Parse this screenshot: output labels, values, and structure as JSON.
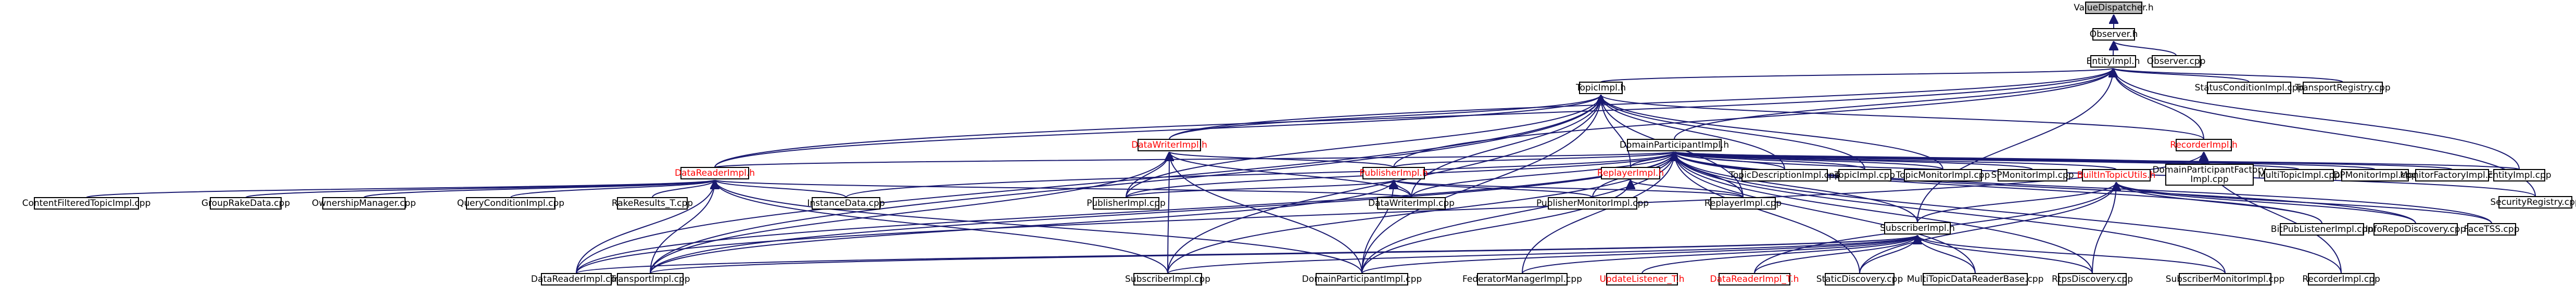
{
  "title": "ValueDispatcher.h",
  "colors": {
    "edge": "#191970",
    "node_border": "#000000",
    "node_fill": "#ffffff",
    "root_fill": "#bfbfbf",
    "text_normal": "#000000",
    "text_red": "#ff0000"
  },
  "nodes": [
    {
      "id": "valuedispatcher",
      "label": "ValueDispatcher.h",
      "style": "root"
    },
    {
      "id": "observer_h",
      "label": "Observer.h",
      "style": "normal"
    },
    {
      "id": "entityimpl_h",
      "label": "EntityImpl.h",
      "style": "normal"
    },
    {
      "id": "observer_cpp",
      "label": "Observer.cpp",
      "style": "normal"
    },
    {
      "id": "topicimpl_h",
      "label": "TopicImpl.h",
      "style": "normal"
    },
    {
      "id": "statusconditionimpl_cpp",
      "label": "StatusConditionImpl.cpp",
      "style": "normal"
    },
    {
      "id": "transportregistry_cpp",
      "label": "TransportRegistry.cpp",
      "style": "normal"
    },
    {
      "id": "datawriterimpl_h",
      "label": "DataWriterImpl.h",
      "style": "red"
    },
    {
      "id": "domainparticipantimpl_h",
      "label": "DomainParticipantImpl.h",
      "style": "normal"
    },
    {
      "id": "recorderimpl_h",
      "label": "RecorderImpl.h",
      "style": "red"
    },
    {
      "id": "datareaderimpl_h",
      "label": "DataReaderImpl.h",
      "style": "red"
    },
    {
      "id": "publisherimpl_h",
      "label": "PublisherImpl.h",
      "style": "red"
    },
    {
      "id": "replayerimpl_h",
      "label": "ReplayerImpl.h",
      "style": "red"
    },
    {
      "id": "topicdescriptionimpl_cpp",
      "label": "TopicDescriptionImpl.cpp",
      "style": "normal"
    },
    {
      "id": "topicimpl_cpp",
      "label": "TopicImpl.cpp",
      "style": "normal"
    },
    {
      "id": "topicmonitorimpl_cpp",
      "label": "TopicMonitorImpl.cpp",
      "style": "normal"
    },
    {
      "id": "spmonitorimpl_cpp",
      "label": "SPMonitorImpl.cpp",
      "style": "normal"
    },
    {
      "id": "builtintopicutils_h",
      "label": "BuiltInTopicUtils.h",
      "style": "red"
    },
    {
      "id": "dpfactoryimpl_cpp",
      "label": "DomainParticipantFactory\nImpl.cpp",
      "style": "normal"
    },
    {
      "id": "multitopicimpl_cpp",
      "label": "MultiTopicImpl.cpp",
      "style": "normal"
    },
    {
      "id": "dpmonitorimpl_cpp",
      "label": "DPMonitorImpl.cpp",
      "style": "normal"
    },
    {
      "id": "monitorfactoryimpl_cpp",
      "label": "MonitorFactoryImpl.cpp",
      "style": "normal"
    },
    {
      "id": "entityimpl_cpp",
      "label": "EntityImpl.cpp",
      "style": "normal"
    },
    {
      "id": "securityregistry_cpp",
      "label": "SecurityRegistry.cpp",
      "style": "normal"
    },
    {
      "id": "contentfilteredtopicimpl_cpp",
      "label": "ContentFilteredTopicImpl.cpp",
      "style": "normal"
    },
    {
      "id": "grouprakedata_cpp",
      "label": "GroupRakeData.cpp",
      "style": "normal"
    },
    {
      "id": "ownershipmanager_cpp",
      "label": "OwnershipManager.cpp",
      "style": "normal"
    },
    {
      "id": "queryconditionimpl_cpp",
      "label": "QueryConditionImpl.cpp",
      "style": "normal"
    },
    {
      "id": "rakeresults_t_cpp",
      "label": "RakeResults_T.cpp",
      "style": "normal"
    },
    {
      "id": "instancedata_cpp",
      "label": "InstanceData.cpp",
      "style": "normal"
    },
    {
      "id": "publisherimpl_cpp",
      "label": "PublisherImpl.cpp",
      "style": "normal"
    },
    {
      "id": "datawriterimpl_cpp",
      "label": "DataWriterImpl.cpp",
      "style": "normal"
    },
    {
      "id": "publishermonitorimpl_cpp",
      "label": "PublisherMonitorImpl.cpp",
      "style": "normal"
    },
    {
      "id": "replayerimpl_cpp",
      "label": "ReplayerImpl.cpp",
      "style": "normal"
    },
    {
      "id": "bitpublistenerimpl_cpp",
      "label": "BitPubListenerImpl.cpp",
      "style": "normal"
    },
    {
      "id": "infoeprediscovery_cpp",
      "label": "InfoRepoDiscovery.cpp",
      "style": "normal"
    },
    {
      "id": "facetss_cpp",
      "label": "FaceTSS.cpp",
      "style": "normal"
    },
    {
      "id": "subscriberimpl_h",
      "label": "SubscriberImpl.h",
      "style": "normal"
    },
    {
      "id": "datareaderimpl_cpp",
      "label": "DataReaderImpl.cpp",
      "style": "normal"
    },
    {
      "id": "transportimpl_cpp",
      "label": "TransportImpl.cpp",
      "style": "normal"
    },
    {
      "id": "subscriberimpl_cpp",
      "label": "SubscriberImpl.cpp",
      "style": "normal"
    },
    {
      "id": "domainparticipantimpl_cpp",
      "label": "DomainParticipantImpl.cpp",
      "style": "normal"
    },
    {
      "id": "federatormanagerimpl_cpp",
      "label": "FederatorManagerImpl.cpp",
      "style": "normal"
    },
    {
      "id": "updatelistener_t_h",
      "label": "UpdateListener_T.h",
      "style": "red"
    },
    {
      "id": "datareaderimpl_t_h",
      "label": "DataReaderImpl_T.h",
      "style": "red"
    },
    {
      "id": "staticdiscovery_cpp",
      "label": "StaticDiscovery.cpp",
      "style": "normal"
    },
    {
      "id": "multitopicdatareaderbase_cpp",
      "label": "MultiTopicDataReaderBase.cpp",
      "style": "normal"
    },
    {
      "id": "rtpsdiscovery_cpp",
      "label": "RtpsDiscovery.cpp",
      "style": "normal"
    },
    {
      "id": "subscribermonitorimpl_cpp",
      "label": "SubscriberMonitorImpl.cpp",
      "style": "normal"
    },
    {
      "id": "recorderimpl_cpp",
      "label": "RecorderImpl.cpp",
      "style": "normal"
    }
  ],
  "edges": [
    [
      "observer_h",
      "valuedispatcher"
    ],
    [
      "entityimpl_h",
      "observer_h"
    ],
    [
      "observer_cpp",
      "observer_h"
    ],
    [
      "topicimpl_h",
      "entityimpl_h"
    ],
    [
      "statusconditionimpl_cpp",
      "entityimpl_h"
    ],
    [
      "transportregistry_cpp",
      "entityimpl_h"
    ],
    [
      "domainparticipantimpl_h",
      "entityimpl_h"
    ],
    [
      "recorderimpl_h",
      "entityimpl_h"
    ],
    [
      "entityimpl_cpp",
      "entityimpl_h"
    ],
    [
      "securityregistry_cpp",
      "entityimpl_h"
    ],
    [
      "datawriterimpl_h",
      "entityimpl_h"
    ],
    [
      "datareaderimpl_h",
      "entityimpl_h"
    ],
    [
      "publisherimpl_h",
      "entityimpl_h"
    ],
    [
      "subscriberimpl_h",
      "entityimpl_h"
    ],
    [
      "datawriterimpl_h",
      "topicimpl_h"
    ],
    [
      "datareaderimpl_h",
      "topicimpl_h"
    ],
    [
      "replayerimpl_h",
      "topicimpl_h"
    ],
    [
      "topicdescriptionimpl_cpp",
      "topicimpl_h"
    ],
    [
      "topicimpl_cpp",
      "topicimpl_h"
    ],
    [
      "topicmonitorimpl_cpp",
      "topicimpl_h"
    ],
    [
      "recorderimpl_h",
      "topicimpl_h"
    ],
    [
      "publisherimpl_cpp",
      "topicimpl_h"
    ],
    [
      "datawriterimpl_cpp",
      "topicimpl_h"
    ],
    [
      "replayerimpl_cpp",
      "topicimpl_h"
    ],
    [
      "transportimpl_cpp",
      "topicimpl_h"
    ],
    [
      "subscriberimpl_cpp",
      "topicimpl_h"
    ],
    [
      "domainparticipantimpl_cpp",
      "topicimpl_h"
    ],
    [
      "datareaderimpl_cpp",
      "topicimpl_h"
    ],
    [
      "datareaderimpl_h",
      "domainparticipantimpl_h"
    ],
    [
      "publisherimpl_h",
      "domainparticipantimpl_h"
    ],
    [
      "replayerimpl_h",
      "domainparticipantimpl_h"
    ],
    [
      "topicdescriptionimpl_cpp",
      "domainparticipantimpl_h"
    ],
    [
      "topicimpl_cpp",
      "domainparticipantimpl_h"
    ],
    [
      "topicmonitorimpl_cpp",
      "domainparticipantimpl_h"
    ],
    [
      "spmonitorimpl_cpp",
      "domainparticipantimpl_h"
    ],
    [
      "builtintopicutils_h",
      "domainparticipantimpl_h"
    ],
    [
      "dpfactoryimpl_cpp",
      "domainparticipantimpl_h"
    ],
    [
      "multitopicimpl_cpp",
      "domainparticipantimpl_h"
    ],
    [
      "dpmonitorimpl_cpp",
      "domainparticipantimpl_h"
    ],
    [
      "monitorfactoryimpl_cpp",
      "domainparticipantimpl_h"
    ],
    [
      "entityimpl_cpp",
      "domainparticipantimpl_h"
    ],
    [
      "securityregistry_cpp",
      "domainparticipantimpl_h"
    ],
    [
      "instancedata_cpp",
      "domainparticipantimpl_h"
    ],
    [
      "publisherimpl_cpp",
      "domainparticipantimpl_h"
    ],
    [
      "datawriterimpl_cpp",
      "domainparticipantimpl_h"
    ],
    [
      "publishermonitorimpl_cpp",
      "domainparticipantimpl_h"
    ],
    [
      "replayerimpl_cpp",
      "domainparticipantimpl_h"
    ],
    [
      "bitpublistenerimpl_cpp",
      "domainparticipantimpl_h"
    ],
    [
      "infoeprediscovery_cpp",
      "domainparticipantimpl_h"
    ],
    [
      "facetss_cpp",
      "domainparticipantimpl_h"
    ],
    [
      "subscriberimpl_h",
      "domainparticipantimpl_h"
    ],
    [
      "datareaderimpl_cpp",
      "domainparticipantimpl_h"
    ],
    [
      "transportimpl_cpp",
      "domainparticipantimpl_h"
    ],
    [
      "subscriberimpl_cpp",
      "domainparticipantimpl_h"
    ],
    [
      "domainparticipantimpl_cpp",
      "domainparticipantimpl_h"
    ],
    [
      "federatormanagerimpl_cpp",
      "domainparticipantimpl_h"
    ],
    [
      "staticdiscovery_cpp",
      "domainparticipantimpl_h"
    ],
    [
      "multitopicdatareaderbase_cpp",
      "domainparticipantimpl_h"
    ],
    [
      "rtpsdiscovery_cpp",
      "domainparticipantimpl_h"
    ],
    [
      "subscribermonitorimpl_cpp",
      "domainparticipantimpl_h"
    ],
    [
      "recorderimpl_cpp",
      "domainparticipantimpl_h"
    ],
    [
      "datareaderimpl_cpp",
      "recorderimpl_h"
    ],
    [
      "recorderimpl_cpp",
      "recorderimpl_h"
    ],
    [
      "publisherimpl_cpp",
      "datawriterimpl_h"
    ],
    [
      "datawriterimpl_cpp",
      "datawriterimpl_h"
    ],
    [
      "domainparticipantimpl_cpp",
      "datawriterimpl_h"
    ],
    [
      "transportimpl_cpp",
      "datawriterimpl_h"
    ],
    [
      "subscriberimpl_cpp",
      "datawriterimpl_h"
    ],
    [
      "publisherimpl_h",
      "datawriterimpl_h"
    ],
    [
      "contentfilteredtopicimpl_cpp",
      "datareaderimpl_h"
    ],
    [
      "grouprakedata_cpp",
      "datareaderimpl_h"
    ],
    [
      "ownershipmanager_cpp",
      "datareaderimpl_h"
    ],
    [
      "queryconditionimpl_cpp",
      "datareaderimpl_h"
    ],
    [
      "rakeresults_t_cpp",
      "datareaderimpl_h"
    ],
    [
      "instancedata_cpp",
      "datareaderimpl_h"
    ],
    [
      "datareaderimpl_cpp",
      "datareaderimpl_h"
    ],
    [
      "transportimpl_cpp",
      "datareaderimpl_h"
    ],
    [
      "subscriberimpl_cpp",
      "datareaderimpl_h"
    ],
    [
      "domainparticipantimpl_cpp",
      "datareaderimpl_h"
    ],
    [
      "datawriterimpl_cpp",
      "datareaderimpl_h"
    ],
    [
      "publisherimpl_cpp",
      "publisherimpl_h"
    ],
    [
      "datawriterimpl_cpp",
      "publisherimpl_h"
    ],
    [
      "domainparticipantimpl_cpp",
      "publisherimpl_h"
    ],
    [
      "transportimpl_cpp",
      "publisherimpl_h"
    ],
    [
      "publishermonitorimpl_cpp",
      "publisherimpl_h"
    ],
    [
      "replayerimpl_cpp",
      "publisherimpl_h"
    ],
    [
      "replayerimpl_cpp",
      "replayerimpl_h"
    ],
    [
      "domainparticipantimpl_cpp",
      "replayerimpl_h"
    ],
    [
      "subscriberimpl_h",
      "builtintopicutils_h"
    ],
    [
      "bitpublistenerimpl_cpp",
      "builtintopicutils_h"
    ],
    [
      "infoeprediscovery_cpp",
      "builtintopicutils_h"
    ],
    [
      "facetss_cpp",
      "builtintopicutils_h"
    ],
    [
      "staticdiscovery_cpp",
      "builtintopicutils_h"
    ],
    [
      "rtpsdiscovery_cpp",
      "builtintopicutils_h"
    ],
    [
      "datareaderimpl_t_h",
      "builtintopicutils_h"
    ],
    [
      "datareaderimpl_cpp",
      "subscriberimpl_h"
    ],
    [
      "transportimpl_cpp",
      "subscriberimpl_h"
    ],
    [
      "subscriberimpl_cpp",
      "subscriberimpl_h"
    ],
    [
      "domainparticipantimpl_cpp",
      "subscriberimpl_h"
    ],
    [
      "federatormanagerimpl_cpp",
      "subscriberimpl_h"
    ],
    [
      "updatelistener_t_h",
      "subscriberimpl_h"
    ],
    [
      "datareaderimpl_t_h",
      "subscriberimpl_h"
    ],
    [
      "staticdiscovery_cpp",
      "subscriberimpl_h"
    ],
    [
      "multitopicdatareaderbase_cpp",
      "subscriberimpl_h"
    ],
    [
      "rtpsdiscovery_cpp",
      "subscriberimpl_h"
    ],
    [
      "subscribermonitorimpl_cpp",
      "subscriberimpl_h"
    ]
  ]
}
